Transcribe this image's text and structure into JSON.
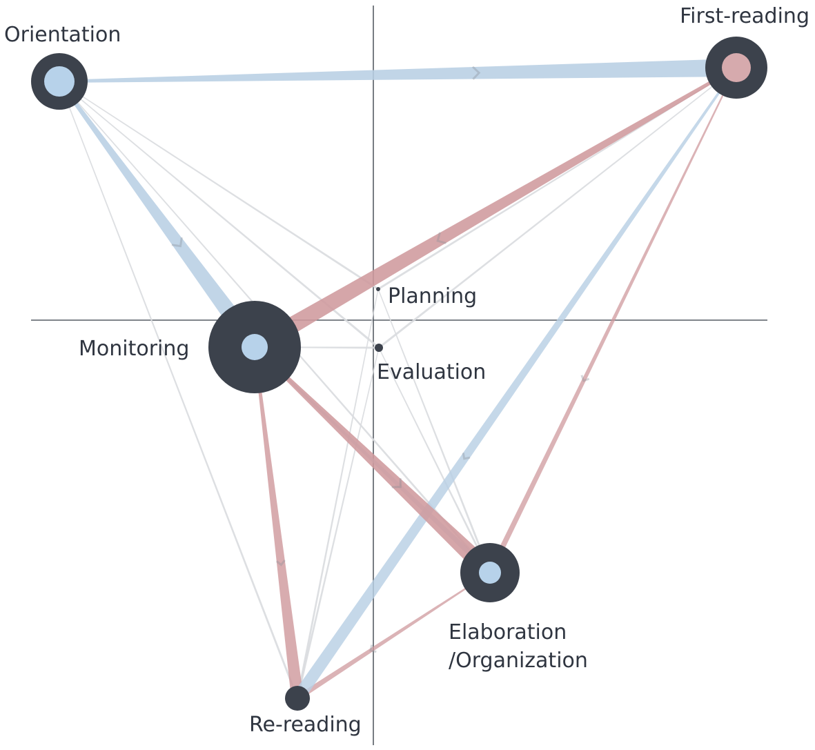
{
  "colors": {
    "background": "#ffffff",
    "axis": "#555b63",
    "node_ring": "#3c424c",
    "blue": "#b7d2ea",
    "red": "#d6aaad",
    "edge_blue": "#b8cfe4",
    "edge_red": "#cf9a9d",
    "edge_faint": "#d9dbdf"
  },
  "nodes": [
    {
      "id": "orientation",
      "label": "Orientation",
      "center": "blue"
    },
    {
      "id": "first_reading",
      "label": "First-reading",
      "center": "red"
    },
    {
      "id": "planning",
      "label": "Planning",
      "center": "none"
    },
    {
      "id": "monitoring",
      "label": "Monitoring",
      "center": "blue"
    },
    {
      "id": "evaluation",
      "label": "Evaluation",
      "center": "none"
    },
    {
      "id": "elaboration",
      "label": "Elaboration",
      "label_line2": "/Organization",
      "center": "blue"
    },
    {
      "id": "rereading",
      "label": "Re-reading",
      "center": "none"
    }
  ],
  "edges": [
    {
      "from": "orientation",
      "to": "first_reading",
      "color": "blue",
      "weight": "strong"
    },
    {
      "from": "orientation",
      "to": "monitoring",
      "color": "blue",
      "weight": "strong"
    },
    {
      "from": "first_reading",
      "to": "monitoring",
      "color": "red",
      "weight": "strong"
    },
    {
      "from": "monitoring",
      "to": "elaboration",
      "color": "red",
      "weight": "strong"
    },
    {
      "from": "monitoring",
      "to": "rereading",
      "color": "red",
      "weight": "medium"
    },
    {
      "from": "first_reading",
      "to": "rereading",
      "color": "blue",
      "weight": "medium"
    },
    {
      "from": "first_reading",
      "to": "elaboration",
      "color": "red",
      "weight": "weak"
    },
    {
      "from": "monitoring",
      "to": "elaboration",
      "color": "blue",
      "weight": "weak"
    },
    {
      "from": "elaboration",
      "to": "rereading",
      "color": "red",
      "weight": "weak"
    },
    {
      "from": "orientation",
      "to": "rereading",
      "color": "faint",
      "weight": "faint"
    },
    {
      "from": "orientation",
      "to": "planning",
      "color": "faint",
      "weight": "faint"
    },
    {
      "from": "orientation",
      "to": "evaluation",
      "color": "faint",
      "weight": "faint"
    },
    {
      "from": "orientation",
      "to": "elaboration",
      "color": "faint",
      "weight": "faint"
    },
    {
      "from": "first_reading",
      "to": "planning",
      "color": "faint",
      "weight": "faint"
    },
    {
      "from": "first_reading",
      "to": "evaluation",
      "color": "faint",
      "weight": "faint"
    },
    {
      "from": "monitoring",
      "to": "evaluation",
      "color": "faint",
      "weight": "faint"
    },
    {
      "from": "planning",
      "to": "elaboration",
      "color": "faint",
      "weight": "faint"
    },
    {
      "from": "planning",
      "to": "rereading",
      "color": "faint",
      "weight": "faint"
    },
    {
      "from": "evaluation",
      "to": "rereading",
      "color": "faint",
      "weight": "faint"
    },
    {
      "from": "evaluation",
      "to": "elaboration",
      "color": "faint",
      "weight": "faint"
    }
  ]
}
